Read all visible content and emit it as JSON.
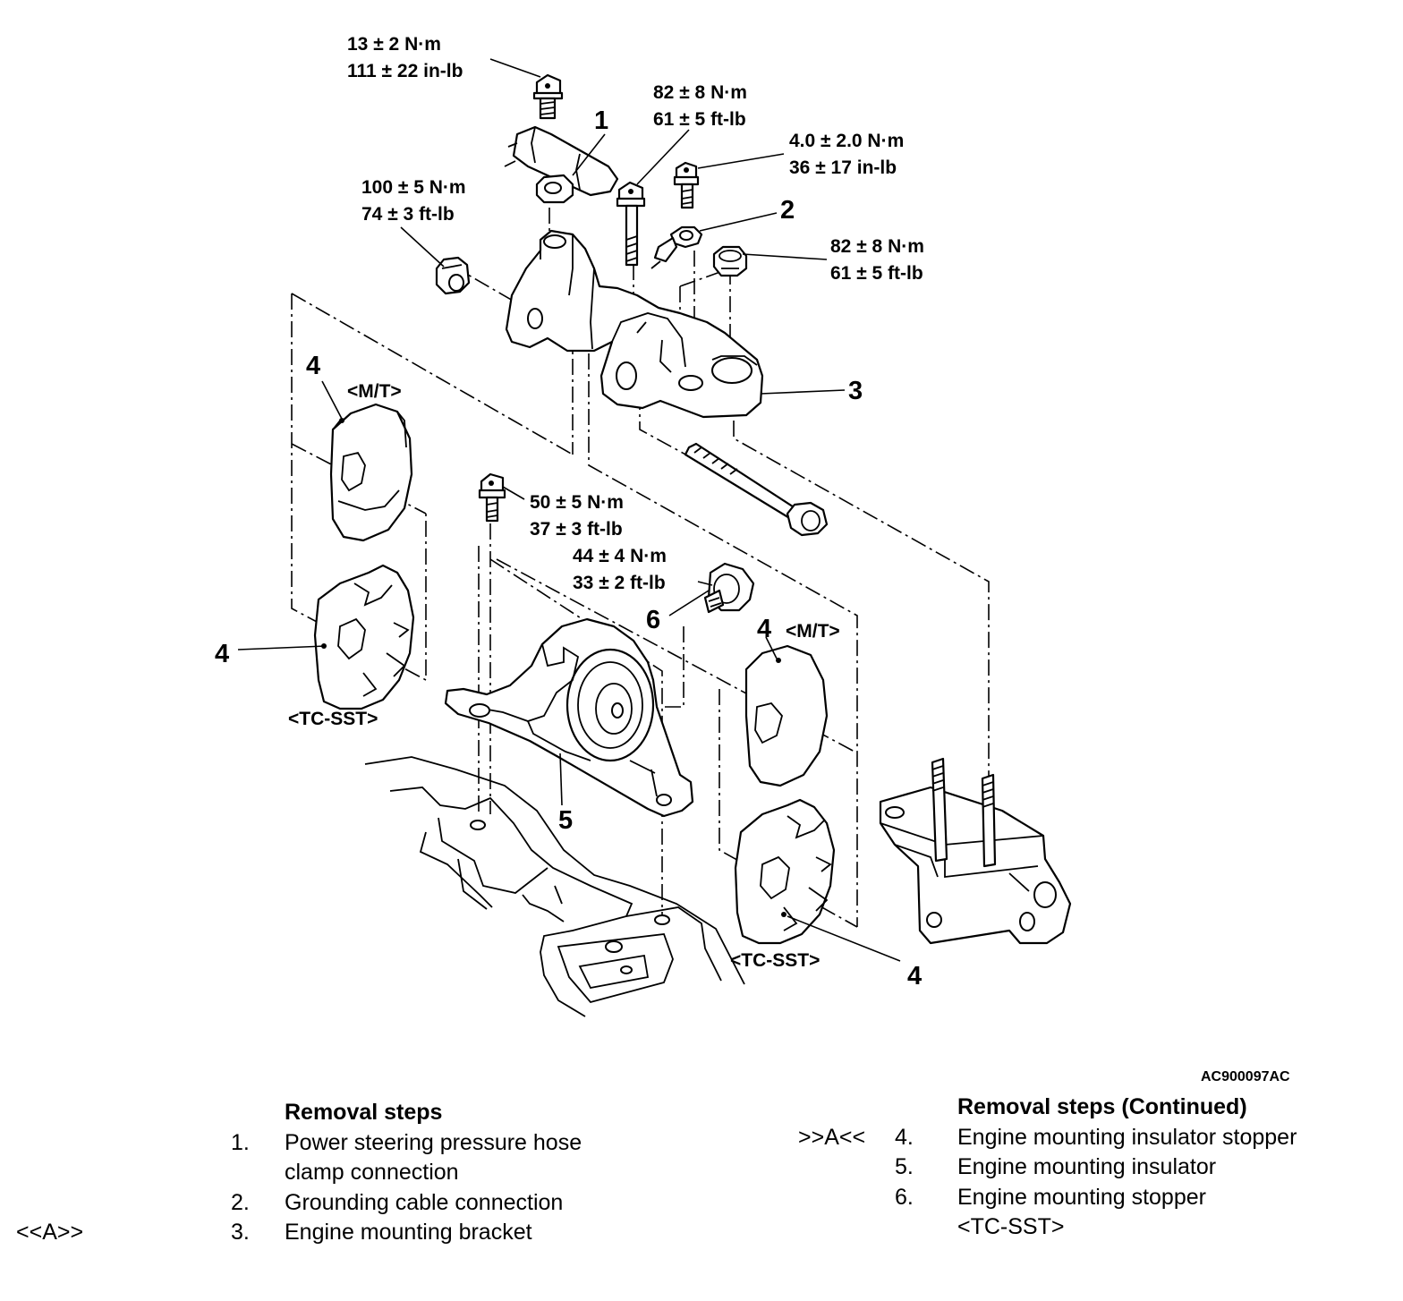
{
  "torques": {
    "t1": [
      "13 ± 2 N·m",
      "111 ± 22 in-lb"
    ],
    "t2": [
      "82 ± 8 N·m",
      "61 ± 5 ft-lb"
    ],
    "t3": [
      "4.0 ± 2.0 N·m",
      "36 ± 17 in-lb"
    ],
    "t4": [
      "100 ± 5 N·m",
      "74 ± 3 ft-lb"
    ],
    "t5": [
      "82 ± 8 N·m",
      "61 ± 5 ft-lb"
    ],
    "t6": [
      "50 ± 5 N·m",
      "37 ± 3 ft-lb"
    ],
    "t7": [
      "44 ± 4 N·m",
      "33 ± 2 ft-lb"
    ]
  },
  "callouts": {
    "c1": "1",
    "c2": "2",
    "c3": "3",
    "c4a": "4",
    "c4b": "4",
    "c4c": "4",
    "c4d": "4",
    "c5": "5",
    "c6": "6"
  },
  "variants": {
    "mt": "<M/T>",
    "tcsst": "<TC-SST>"
  },
  "figure_id": "AC900097AC",
  "steps_left": {
    "header": "Removal steps",
    "items": [
      {
        "mark": "",
        "num": "1.",
        "text": "Power steering pressure hose"
      },
      {
        "mark": "",
        "num": "",
        "text": "clamp connection"
      },
      {
        "mark": "",
        "num": "2.",
        "text": "Grounding cable connection"
      },
      {
        "mark": "<<A>>",
        "num": "3.",
        "text": "Engine mounting bracket"
      }
    ]
  },
  "steps_right": {
    "header": "Removal steps (Continued)",
    "items": [
      {
        "mark": ">>A<<",
        "num": "4.",
        "text": "Engine mounting insulator stopper"
      },
      {
        "mark": "",
        "num": "5.",
        "text": "Engine mounting insulator"
      },
      {
        "mark": "",
        "num": "6.",
        "text": "Engine mounting stopper"
      },
      {
        "mark": "",
        "num": "",
        "text": "<TC-SST>"
      }
    ]
  }
}
